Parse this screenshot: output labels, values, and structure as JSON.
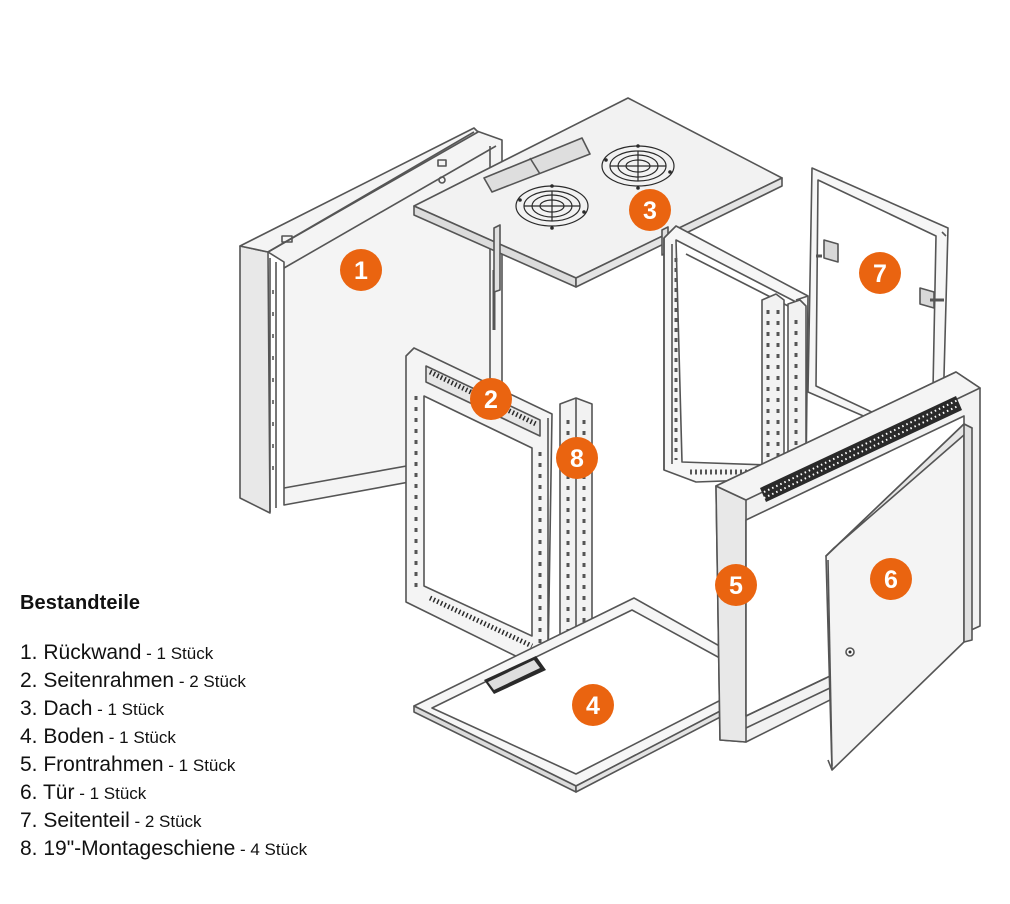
{
  "colors": {
    "callout": "#ea6410",
    "line": "#555555",
    "panel": "#f4f4f4",
    "dark_detail": "#2a2a2a"
  },
  "callouts": [
    "1",
    "2",
    "3",
    "4",
    "5",
    "6",
    "7",
    "8"
  ],
  "parts_list": {
    "title": "Bestandteile",
    "items": [
      {
        "name": "1. Rückwand",
        "qty": " - 1 Stück"
      },
      {
        "name": "2. Seitenrahmen",
        "qty": " - 2 Stück"
      },
      {
        "name": "3. Dach",
        "qty": " - 1 Stück"
      },
      {
        "name": "4. Boden",
        "qty": " - 1 Stück"
      },
      {
        "name": "5. Frontrahmen",
        "qty": " - 1 Stück"
      },
      {
        "name": "6. Tür",
        "qty": " - 1 Stück"
      },
      {
        "name": "7. Seitenteil",
        "qty": " - 2 Stück"
      },
      {
        "name": "8. 19\"-Montageschiene",
        "qty": " - 4 Stück"
      }
    ]
  }
}
